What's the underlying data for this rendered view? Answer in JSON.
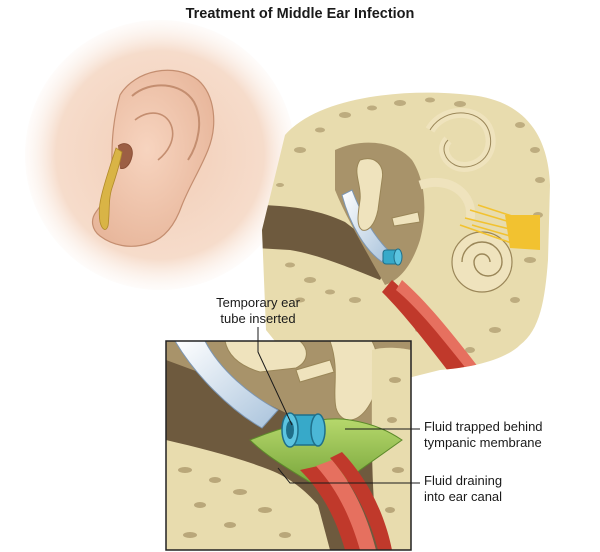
{
  "title": "Treatment of Middle Ear Infection",
  "labels": {
    "tube": [
      "Temporary ear",
      "tube inserted"
    ],
    "fluid_trapped": [
      "Fluid trapped behind",
      "tympanic membrane"
    ],
    "fluid_draining": [
      "Fluid draining",
      "into ear canal"
    ]
  },
  "colors": {
    "skin": "#f0c8b0",
    "bone": "#e8dcae",
    "bone_pore": "#b9a77a",
    "canal": "#6e5a3e",
    "eardrum": "#c8d8e8",
    "tube": "#37a9c9",
    "fluid": "#8fc14a",
    "tissue_red": "#c0392b",
    "nerve": "#f2c230",
    "ear_outline": "#b87a5a"
  },
  "icons": [
    "ear-tube-icon"
  ]
}
